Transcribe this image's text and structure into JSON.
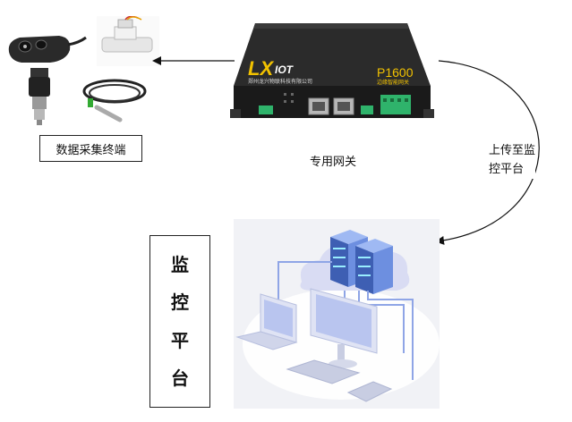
{
  "terminal_label": "数据采集终端",
  "gateway_label": "专用网关",
  "upload_label_line1": "上传至监",
  "upload_label_line2": "控平台",
  "platform_title_chars": [
    "监",
    "控",
    "平",
    "台"
  ],
  "gateway_device": {
    "brand": "LX",
    "brand_suffix": "IOT",
    "company": "郑州龙兴物联科技有限公司",
    "model": "P1600",
    "model_subtitle": "边缘智能网关"
  },
  "colors": {
    "gateway_body": "#1f1f1f",
    "brand_yellow": "#f2c200",
    "terminal_green": "#2fb36b",
    "server_blue": "#7fa3e8",
    "platform_bg": "#f1f2f6"
  }
}
